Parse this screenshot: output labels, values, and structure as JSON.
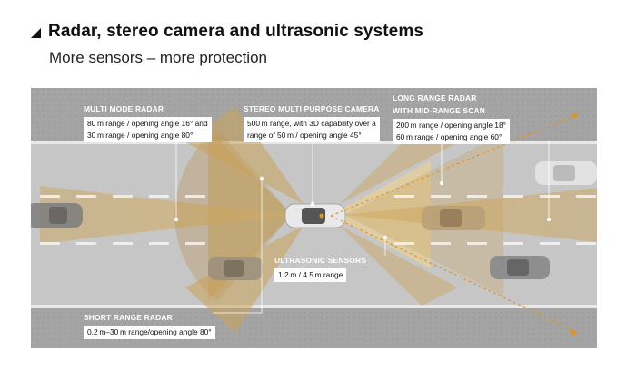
{
  "title": "Radar, stereo camera and ultrasonic systems",
  "subtitle": "More sensors – more protection",
  "labels": {
    "multi_mode_radar": {
      "heading": "MULTI MODE RADAR",
      "line1": "80 m range / opening angle 16° and",
      "line2": "30 m range / opening angle 80°"
    },
    "stereo_camera": {
      "heading": "STEREO MULTI PURPOSE CAMERA",
      "line1": "500 m range, with 3D capability over a",
      "line2": "range of 50 m / opening angle 45°"
    },
    "long_range_radar": {
      "heading1": "LONG RANGE RADAR",
      "heading2": "WITH MID-RANGE SCAN",
      "line1": "200 m range / opening angle 18°",
      "line2": "60 m range / opening angle 60°"
    },
    "ultrasonic": {
      "heading": "ULTRASONIC SENSORS",
      "line1": "1.2 m / 4.5 m range"
    },
    "short_range_radar": {
      "heading": "SHORT RANGE RADAR",
      "line1": "0.2 m–30 m range/opening angle 80°"
    }
  },
  "colors": {
    "sensor_cone": "#c9a25a",
    "sensor_cone_light": "#e6cf9a",
    "road": "#c4c4c4",
    "roadside": "#9c9c9c",
    "accent_arrow": "#e0932a"
  }
}
